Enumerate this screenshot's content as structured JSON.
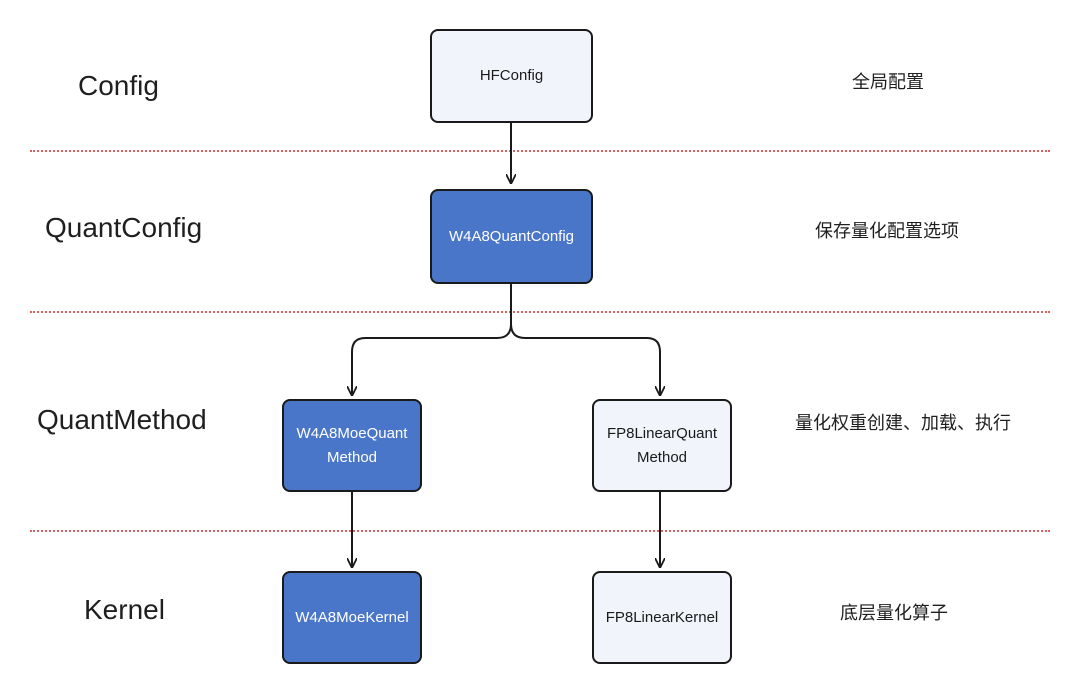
{
  "layers": {
    "config": "Config",
    "quant_config": "QuantConfig",
    "quant_method": "QuantMethod",
    "kernel": "Kernel"
  },
  "descriptions": {
    "config": "全局配置",
    "quant_config": "保存量化配置选项",
    "quant_method": "量化权重创建、加载、执行",
    "kernel": "底层量化算子"
  },
  "nodes": {
    "hfconfig": "HFConfig",
    "w4a8_quant_config": "W4A8QuantConfig",
    "w4a8_moe_quant_method": "W4A8MoeQuant\nMethod",
    "fp8_linear_quant_method": "FP8LinearQuant\nMethod",
    "w4a8_moe_kernel": "W4A8MoeKernel",
    "fp8_linear_kernel": "FP8LinearKernel"
  },
  "colors": {
    "dark_box": "#4a76c9",
    "light_box": "#f1f4fb",
    "separator": "#e06060"
  }
}
